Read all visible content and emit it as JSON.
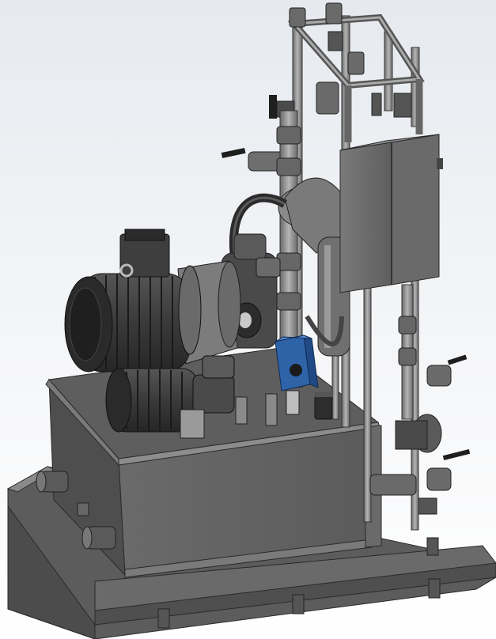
{
  "scene": {
    "subject": "hydraulic-power-unit-cad-render",
    "background_color": "#eef1f5",
    "colors": {
      "steel": "#6b6b6b",
      "steel_dark": "#3a3a3a",
      "steel_light": "#9a9a9a",
      "motor": "#3c3c3c",
      "valve_block": "#2f63a8",
      "handle": "#1e1e1e"
    },
    "visible_components": [
      "base-frame",
      "oil-tank",
      "tank-lid",
      "main-electric-motor",
      "secondary-motor",
      "hydraulic-pump",
      "blue-valve-block",
      "filter",
      "vertical-pipe-frame",
      "electrical-cabinet",
      "ball-valves",
      "pressure-gauge",
      "fittings"
    ]
  }
}
